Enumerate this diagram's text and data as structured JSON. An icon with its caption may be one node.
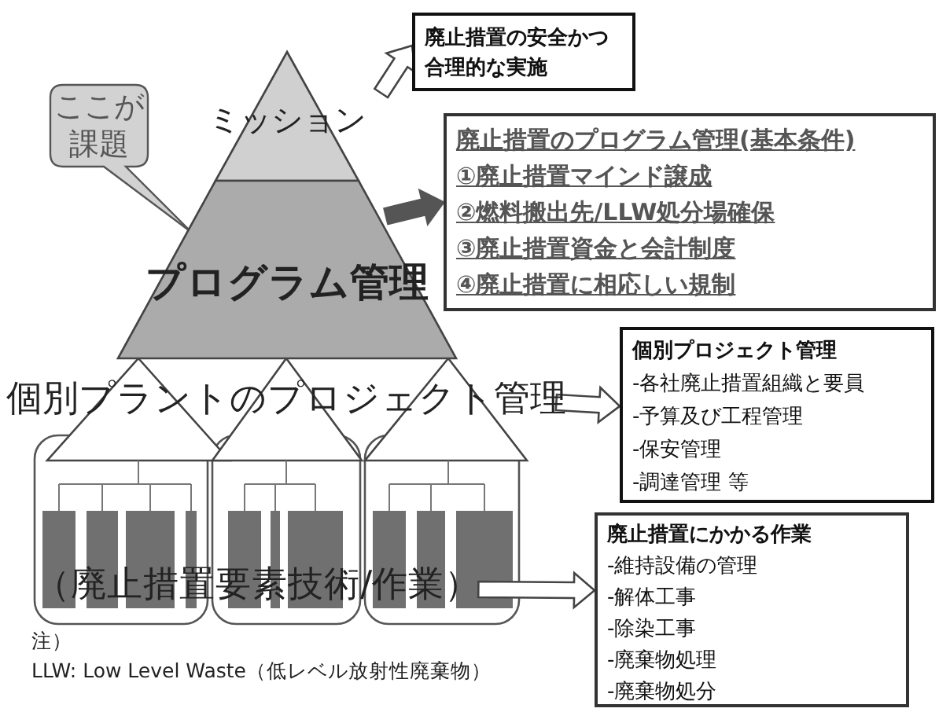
{
  "diagram": {
    "nodes": [
      {
        "text": [
          "ミッション"
        ]
      },
      {
        "text": [
          "プログラム管理"
        ]
      },
      {
        "text": [
          "個別プラントのプロジェクト管理"
        ]
      },
      {
        "text": [
          "（廃止措置要素技術/作業）"
        ]
      },
      {
        "text": [
          "ここが課題"
        ]
      },
      {
        "text": [
          "廃止措置の安全かつ合理的な実施"
        ]
      },
      {
        "text": [
          "廃止措置のプログラム管理(基本条件)",
          "①廃止措置マインド譲成",
          "②燃料搬出先/LLW処分場確保",
          "③廃止措置資金と会計制度",
          "④廃止措置に相応しい規制"
        ]
      },
      {
        "text": [
          "個別プロジェクト管理",
          "-各社廃止措置組織と要員",
          "-予算及び工程管理",
          "-保安管理",
          "-調達管理 等"
        ]
      },
      {
        "text": [
          "廃止措置にかかる作業",
          "-維持設備の管理",
          "-解体工事",
          "-除染工事",
          "-廃棄物処理",
          "-廃棄物処分"
        ]
      }
    ],
    "edges": [
      {
        "from": 0,
        "to": 5,
        "arrow": "to"
      },
      {
        "from": 1,
        "to": 6,
        "arrow": "to",
        "style": "thick"
      },
      {
        "from": 2,
        "to": 7,
        "arrow": "to"
      },
      {
        "from": 3,
        "to": 8,
        "arrow": "to"
      }
    ],
    "labels": [
      "注）",
      "LLW: Low Level Waste（低レベル放射性廃棄物）"
    ]
  }
}
